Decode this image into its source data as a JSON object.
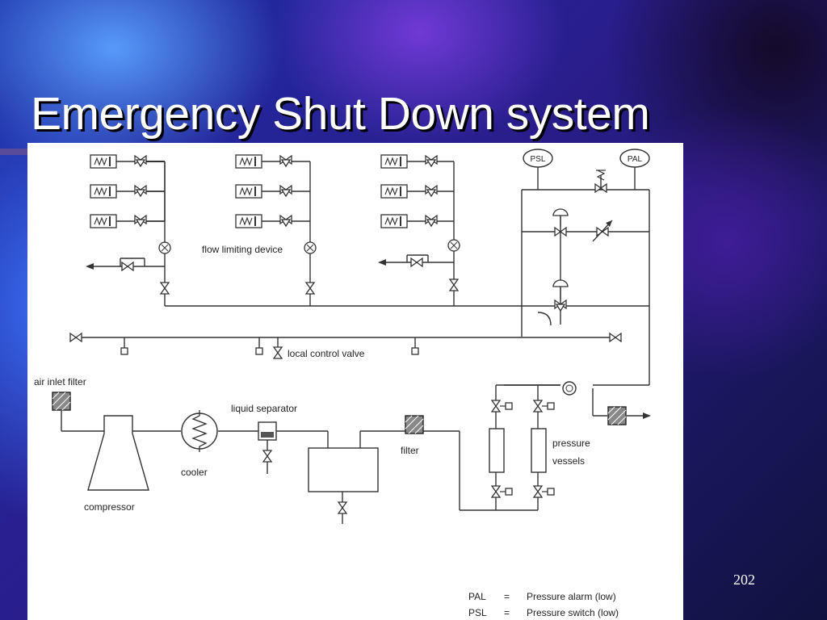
{
  "slide": {
    "title": "Emergency Shut Down system",
    "page_number": "202"
  },
  "diagram": {
    "labels": {
      "psl": "PSL",
      "pal": "PAL",
      "flow_limiting_device": "flow limiting device",
      "local_control_valve": "local control valve",
      "air_inlet_filter": "air inlet filter",
      "liquid_separator": "liquid separator",
      "cooler": "cooler",
      "compressor": "compressor",
      "filter": "filter",
      "pressure": "pressure",
      "vessels": "vessels"
    },
    "legend": [
      {
        "abbr": "PAL",
        "eq": "=",
        "desc": "Pressure alarm (low)"
      },
      {
        "abbr": "PSL",
        "eq": "=",
        "desc": "Pressure switch (low)"
      }
    ]
  }
}
